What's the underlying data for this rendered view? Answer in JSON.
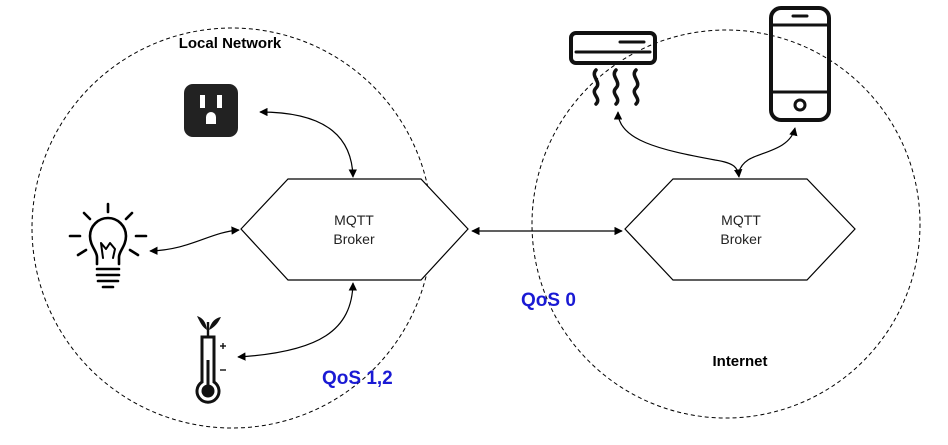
{
  "regions": {
    "local": {
      "label": "Local Network"
    },
    "internet": {
      "label": "Internet"
    }
  },
  "brokers": {
    "local": {
      "line1": "MQTT",
      "line2": "Broker"
    },
    "internet": {
      "line1": "MQTT",
      "line2": "Broker"
    }
  },
  "qos": {
    "local": "QoS 1,2",
    "internet": "QoS 0",
    "color": "#1a1ad4"
  },
  "icons": {
    "local": [
      "power-outlet-icon",
      "light-bulb-icon",
      "thermometer-plant-icon"
    ],
    "internet": [
      "air-conditioner-icon",
      "smartphone-icon"
    ]
  }
}
